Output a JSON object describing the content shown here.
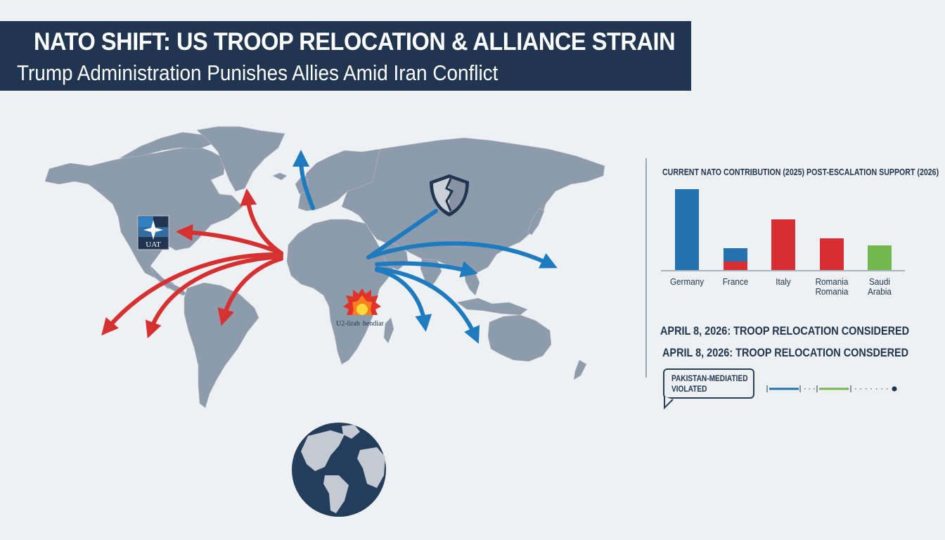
{
  "header": {
    "title": "NATO SHIFT: US TROOP RELOCATION & ALLIANCE STRAIN",
    "subtitle": "Trump Administration Punishes Allies Amid Iran Conflict",
    "background_color": "#1f3550"
  },
  "map": {
    "land_color": "#8e9bab",
    "background_color": "#eef1f3",
    "nato_badge": {
      "label": "UAT",
      "icon": "nato-compass-star-icon"
    },
    "conflict_marker": {
      "label_left": "U2-lirah",
      "label_right": "hendiar",
      "icon": "explosion-icon"
    },
    "shield_icon": "cracked-shield-icon",
    "red_arrows": {
      "color": "#d63031",
      "count": 5,
      "origin": "West Africa",
      "direction": "westward to Americas"
    },
    "blue_arrows": {
      "color": "#1e7bc0",
      "count": 6,
      "origin": "Horn of Africa / Europe",
      "direction": "northward to Europe and eastward to Asia/Indian Ocean"
    },
    "globe_icon": "globe-americas-icon"
  },
  "chart_data": {
    "type": "bar",
    "title": "",
    "legend": [
      "CURRENT NATO CONTRIBUTION (2025)",
      "POST-ESCALATION SUPPORT (2026)"
    ],
    "categories": [
      "Germany",
      "France",
      "Italy",
      "Romania Romania",
      "Saudi Arabia"
    ],
    "series": [
      {
        "name": "Blue",
        "color": "#2471ad",
        "values": [
          115,
          19,
          0,
          0,
          0
        ]
      },
      {
        "name": "Red",
        "color": "#d62e31",
        "values": [
          0,
          12,
          72,
          45,
          0
        ]
      },
      {
        "name": "Green",
        "color": "#72b84f",
        "values": [
          0,
          0,
          0,
          0,
          35
        ]
      }
    ],
    "xlabel": "",
    "ylabel": "",
    "ylim": [
      0,
      120
    ],
    "grid": false,
    "legend_position": "top"
  },
  "chart_labels": {
    "legend_current": "CURRENT NATO CONTRIBUTION (2025)",
    "legend_post": "POST-ESCALATION SUPPORT (2026)",
    "germany": "Germany",
    "france": "France",
    "italy": "Italy",
    "romania_1": "Romania",
    "romania_2": "Romania",
    "saudi_1": "Saudi",
    "saudi_2": "Arabia"
  },
  "events": {
    "line1": "APRIL 8, 2026: TROOP RELOCATION CONSIDERED",
    "line2": "APRIL 8, 2026: TROOP RELOCATION CONSDERED"
  },
  "callout": {
    "line1": "PAKISTAN-MEDIATIED",
    "line2": "VIOLATED"
  },
  "timeline": {
    "segments": [
      {
        "type": "solid",
        "color": "#2471ad"
      },
      {
        "type": "dotted",
        "color": "#6b7684"
      },
      {
        "type": "solid",
        "color": "#72b84f"
      },
      {
        "type": "dotted",
        "color": "#6b7684"
      }
    ],
    "end_marker_color": "#1f3550"
  }
}
